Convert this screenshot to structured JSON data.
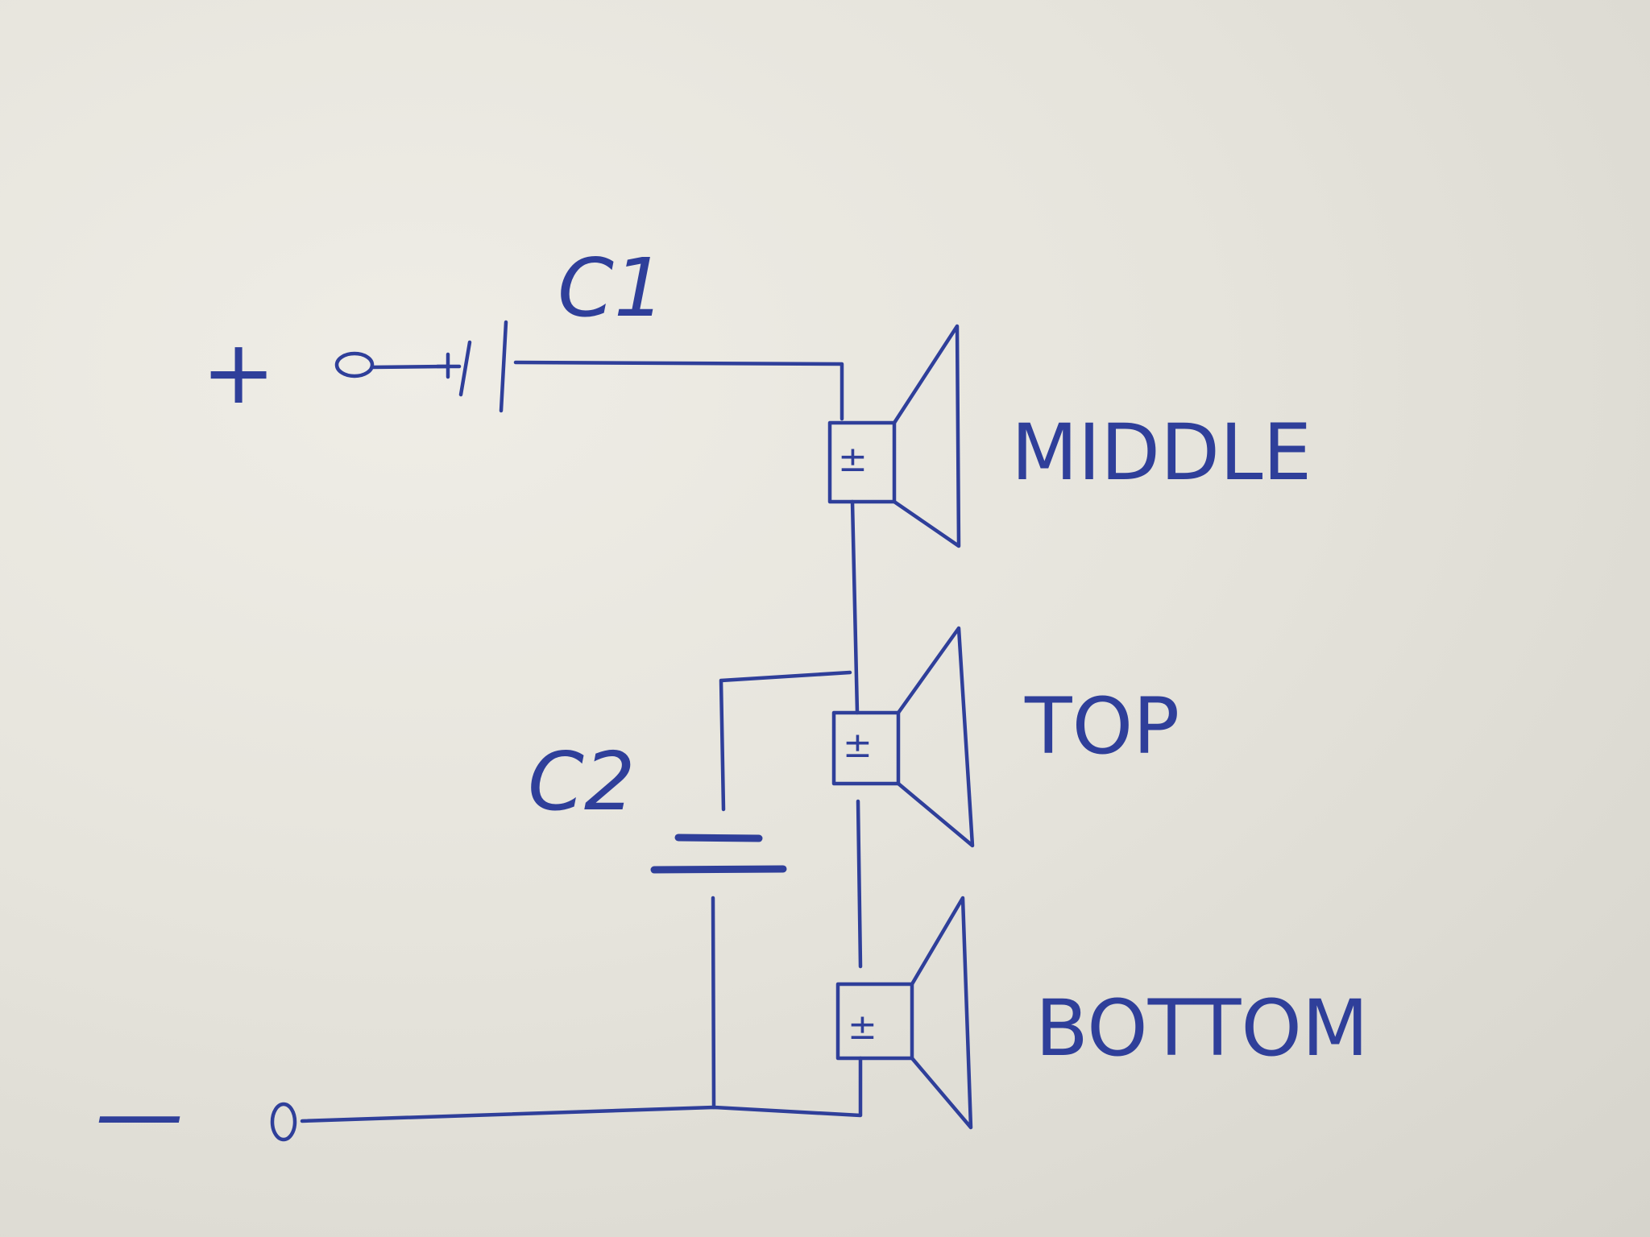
{
  "terminals": {
    "positive": "+",
    "negative": "—"
  },
  "capacitors": {
    "c1": "C1",
    "c2": "C2"
  },
  "speakers": {
    "middle": {
      "label": "MIDDLE",
      "polarity": "±"
    },
    "top": {
      "label": "TOP",
      "polarity": "±"
    },
    "bottom": {
      "label": "BOTTOM",
      "polarity": "±"
    }
  },
  "colors": {
    "ink": "#2f3f9a",
    "paper": "#e8e6df"
  }
}
